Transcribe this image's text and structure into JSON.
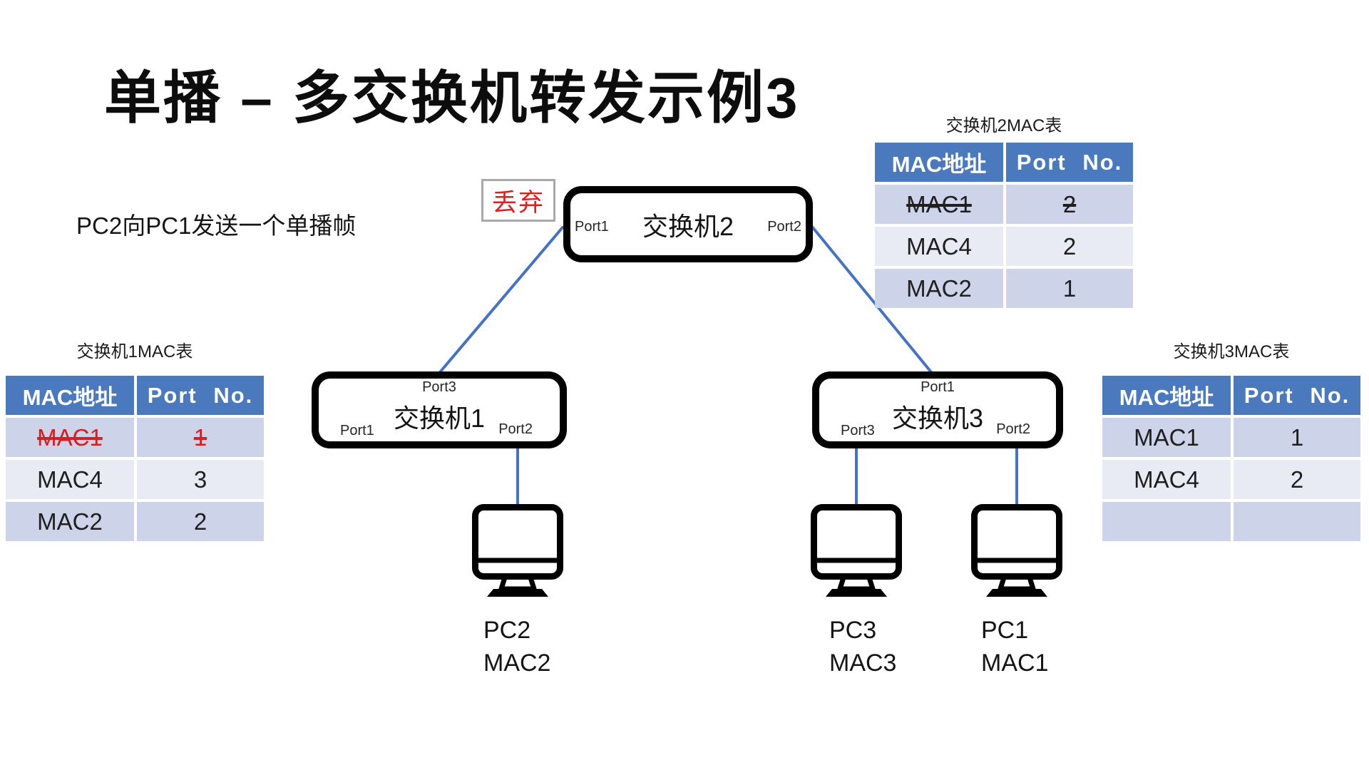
{
  "slide": {
    "title": "单播 – 多交换机转发示例3",
    "subtitle": "PC2向PC1发送一个单播帧",
    "discard_label": "丢弃"
  },
  "switches": [
    {
      "name": "交换机1",
      "port_top": "Port3",
      "port_bottom_left": "Port1",
      "port_bottom_right": "Port2"
    },
    {
      "name": "交换机2",
      "port_left": "Port1",
      "port_right": "Port2"
    },
    {
      "name": "交换机3",
      "port_top": "Port1",
      "port_bottom_left": "Port3",
      "port_bottom_right": "Port2"
    }
  ],
  "pcs": [
    {
      "label": "PC2",
      "mac": "MAC2"
    },
    {
      "label": "PC3",
      "mac": "MAC3"
    },
    {
      "label": "PC1",
      "mac": "MAC1"
    }
  ],
  "tables": [
    {
      "caption": "交换机1MAC表",
      "headers": [
        "MAC地址",
        "Port No."
      ],
      "rows": [
        {
          "mac": "MAC1",
          "port": "1",
          "cls": "strike red"
        },
        {
          "mac": "MAC4",
          "port": "3",
          "cls": ""
        },
        {
          "mac": "MAC2",
          "port": "2",
          "cls": ""
        }
      ]
    },
    {
      "caption": "交换机2MAC表",
      "headers": [
        "MAC地址",
        "Port No."
      ],
      "rows": [
        {
          "mac": "MAC1",
          "port": "2",
          "cls": "strike"
        },
        {
          "mac": "MAC4",
          "port": "2",
          "cls": ""
        },
        {
          "mac": "MAC2",
          "port": "1",
          "cls": ""
        }
      ]
    },
    {
      "caption": "交换机3MAC表",
      "headers": [
        "MAC地址",
        "Port No."
      ],
      "rows": [
        {
          "mac": "MAC1",
          "port": "1",
          "cls": ""
        },
        {
          "mac": "MAC4",
          "port": "2",
          "cls": ""
        },
        {
          "mac": "",
          "port": "",
          "cls": ""
        }
      ]
    }
  ],
  "colors": {
    "link_blue": "#4472c4",
    "table_header_blue": "#4a79be",
    "band_dark": "#cdd3e8",
    "band_light": "#e8eaf4",
    "alert_red": "#d42020",
    "discard_border_gray": "#a9a9a9"
  }
}
